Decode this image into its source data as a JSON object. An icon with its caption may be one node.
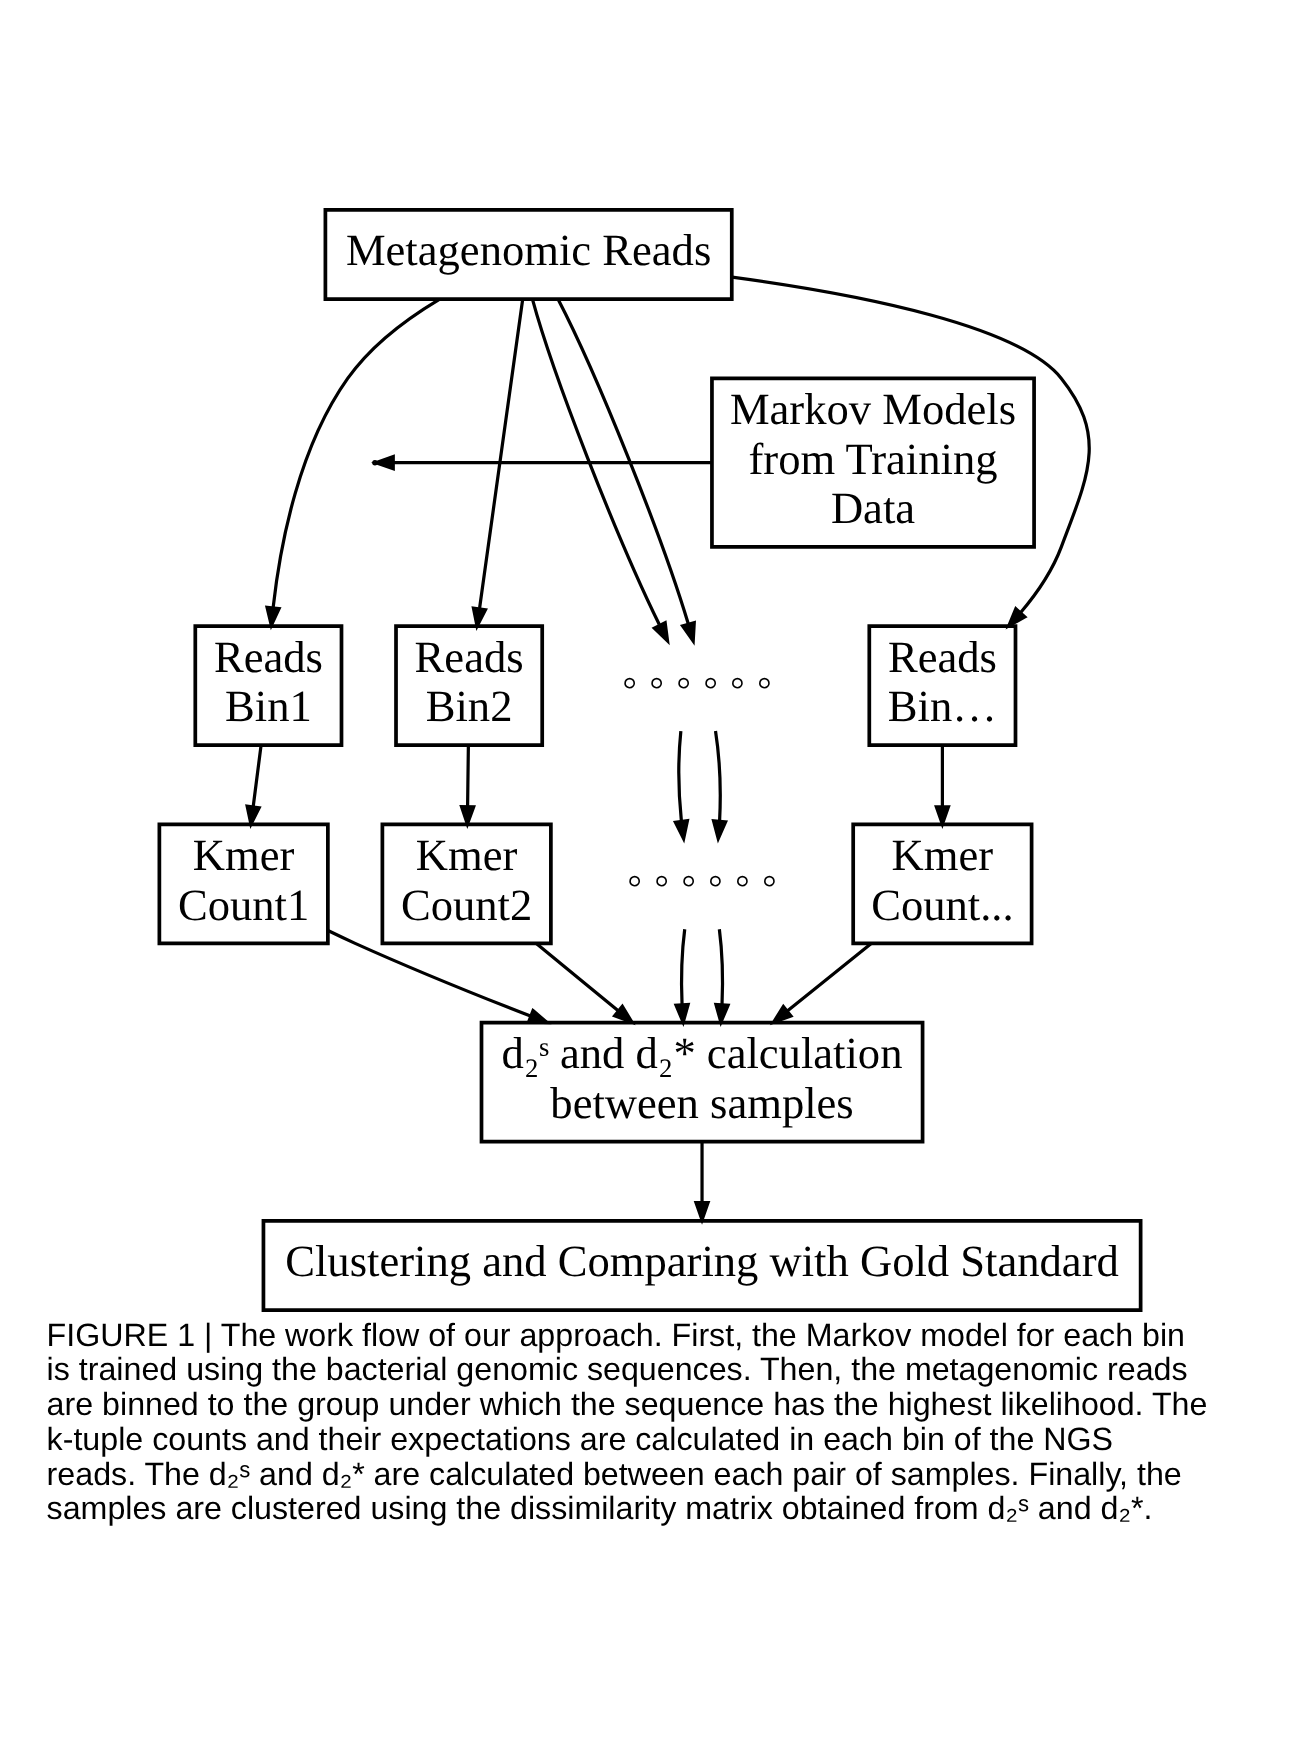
{
  "diagram": {
    "caption": "FIGURE 1 | The work flow of our approach. First, the Markov model for each bin is trained using the bacterial genomic sequences. Then, the metagenomic reads are binned to the group under which the sequence has the highest likelihood. The k-tuple counts and their expectations are calculated in each bin of the NGS reads. The d₂ˢ and d₂* are calculated between each pair of samples. Finally, the samples are clustered using the dissimilarity matrix obtained from d₂ˢ and d₂*.",
    "nodes": [
      {
        "text": [
          "Metagenomic Reads"
        ]
      },
      {
        "text": [
          "Markov Models from Training Data"
        ]
      },
      {
        "text": [
          "Reads Bin1"
        ]
      },
      {
        "text": [
          "Reads Bin2"
        ]
      },
      {
        "text": [
          "◦ ◦ ◦ ◦ ◦ ◦"
        ]
      },
      {
        "text": [
          "Reads Bin…"
        ]
      },
      {
        "text": [
          "Kmer Count1"
        ]
      },
      {
        "text": [
          "Kmer Count2"
        ]
      },
      {
        "text": [
          "◦ ◦ ◦ ◦ ◦ ◦"
        ]
      },
      {
        "text": [
          "Kmer Count..."
        ]
      },
      {
        "text": [
          "d₂ˢ and d₂* calculation between samples"
        ]
      },
      {
        "text": [
          "Clustering and Comparing with Gold Standard"
        ]
      }
    ],
    "edges": [
      {
        "from": 1,
        "to": null,
        "arrow": "to"
      },
      {
        "from": 0,
        "to": 2,
        "arrow": "to"
      },
      {
        "from": 0,
        "to": 3,
        "arrow": "to"
      },
      {
        "from": 0,
        "to": 4,
        "arrow": "to"
      },
      {
        "from": 0,
        "to": 4,
        "arrow": "to"
      },
      {
        "from": 0,
        "to": 5,
        "arrow": "to"
      },
      {
        "from": 2,
        "to": 6,
        "arrow": "to"
      },
      {
        "from": 3,
        "to": 7,
        "arrow": "to"
      },
      {
        "from": 4,
        "to": 8,
        "arrow": "to"
      },
      {
        "from": 4,
        "to": 8,
        "arrow": "to"
      },
      {
        "from": 5,
        "to": 9,
        "arrow": "to"
      },
      {
        "from": 6,
        "to": 10,
        "arrow": "to"
      },
      {
        "from": 7,
        "to": 10,
        "arrow": "to"
      },
      {
        "from": 8,
        "to": 10,
        "arrow": "to"
      },
      {
        "from": 8,
        "to": 10,
        "arrow": "to"
      },
      {
        "from": 9,
        "to": 10,
        "arrow": "to"
      },
      {
        "from": 10,
        "to": 11,
        "arrow": "to"
      }
    ]
  }
}
